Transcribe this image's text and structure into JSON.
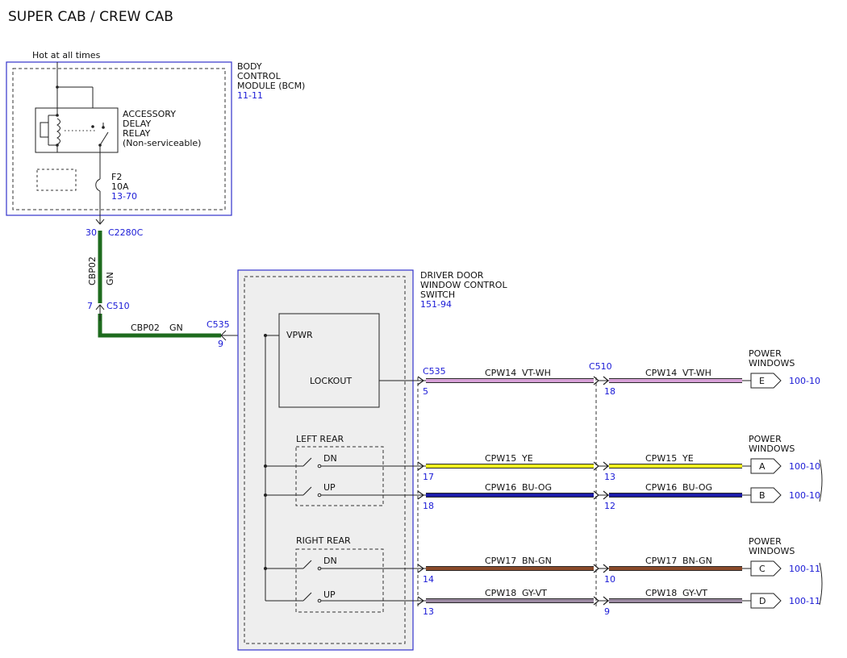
{
  "title": "SUPER CAB / CREW CAB",
  "colors": {
    "frame_blue": "#3333cc",
    "ref_blue": "#1a1ad6",
    "wire_gn": "#1e6b1e",
    "wire_vt_wh": "#d7a0d7",
    "wire_ye": "#f0f020",
    "wire_bu_og": "#1b1ba8",
    "wire_bn_gn": "#8a4a2a",
    "wire_gy_vt": "#9a88a0",
    "module_fill": "#eeeeee"
  },
  "bcm": {
    "hot_label": "Hot at all times",
    "name_lines": [
      "BODY",
      "CONTROL",
      "MODULE (BCM)"
    ],
    "ref": "11-11",
    "relay_lines": [
      "ACCESSORY",
      "DELAY",
      "RELAY",
      "(Non-serviceable)"
    ],
    "fuse_name": "F2",
    "fuse_rating": "10A",
    "fuse_ref": "13-70"
  },
  "feed": {
    "pin_top": "30",
    "conn_top": "C2280C",
    "circuit": "CBP02",
    "color": "GN",
    "pin_mid": "7",
    "conn_mid": "C510",
    "conn_switch": "C535",
    "pin_switch": "9"
  },
  "switch": {
    "name_lines": [
      "DRIVER DOOR",
      "WINDOW CONTROL",
      "SWITCH"
    ],
    "ref": "151-94",
    "vpwr": "VPWR",
    "lockout": "LOCKOUT",
    "left_rear": "LEFT REAR",
    "right_rear": "RIGHT REAR",
    "dn": "DN",
    "up": "UP"
  },
  "connectors": {
    "switch_side": "C535",
    "inline": "C510"
  },
  "outputs": [
    {
      "pin_a": "5",
      "pin_b": "18",
      "circuit": "CPW14",
      "color": "VT-WH",
      "dest_letter": "E",
      "dest_ref": "100-10",
      "dest_lines": [
        "POWER",
        "WINDOWS"
      ]
    },
    {
      "pin_a": "17",
      "pin_b": "13",
      "circuit": "CPW15",
      "color": "YE",
      "dest_letter": "A",
      "dest_ref": "100-10",
      "dest_lines": [
        "POWER",
        "WINDOWS"
      ]
    },
    {
      "pin_a": "18",
      "pin_b": "12",
      "circuit": "CPW16",
      "color": "BU-OG",
      "dest_letter": "B",
      "dest_ref": "100-10",
      "dest_lines": []
    },
    {
      "pin_a": "14",
      "pin_b": "10",
      "circuit": "CPW17",
      "color": "BN-GN",
      "dest_letter": "C",
      "dest_ref": "100-11",
      "dest_lines": [
        "POWER",
        "WINDOWS"
      ]
    },
    {
      "pin_a": "13",
      "pin_b": "9",
      "circuit": "CPW18",
      "color": "GY-VT",
      "dest_letter": "D",
      "dest_ref": "100-11",
      "dest_lines": []
    }
  ]
}
